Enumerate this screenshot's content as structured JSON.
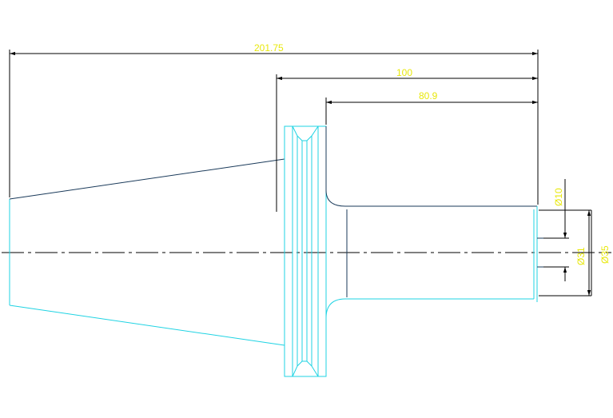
{
  "dimensions": {
    "overall_length": "201.75",
    "length_100": "100",
    "length_80_9": "80.9",
    "dia_10": "Ø10",
    "dia_31": "Ø31",
    "dia_35": "Ø35"
  },
  "colors": {
    "outline_cyan": "#1fd3e3",
    "outline_dark": "#1a3a5a",
    "dimension_line": "#000000",
    "dimension_text": "#e8e80c",
    "background": "#ffffff"
  }
}
